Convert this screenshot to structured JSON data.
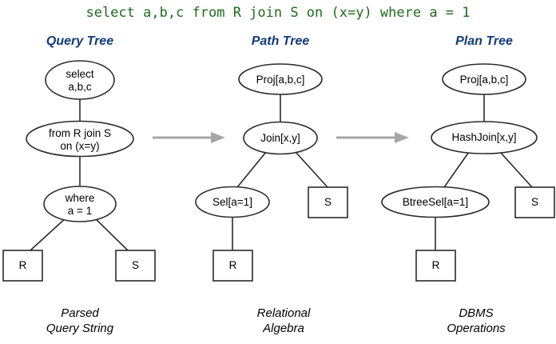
{
  "query_string": "select a,b,c from R join S on (x=y) where a = 1",
  "colors": {
    "query_text": "#1d6b1d",
    "header_text": "#123b78",
    "caption_text": "#000000",
    "shape_stroke": "#2b2b2b",
    "shape_fill": "#ffffff",
    "arrow": "#a6a6a6",
    "background": "#ffffff"
  },
  "columns": [
    {
      "id": "query-tree",
      "header": "Query Tree",
      "caption_line1": "Parsed",
      "caption_line2": "Query String",
      "nodes": [
        {
          "id": "select",
          "shape": "ellipse",
          "label_line1": "select",
          "label_line2": "a,b,c"
        },
        {
          "id": "from-join",
          "shape": "ellipse",
          "label_line1": "from R join S",
          "label_line2": "on (x=y)"
        },
        {
          "id": "where",
          "shape": "ellipse",
          "label_line1": "where",
          "label_line2": "a = 1"
        },
        {
          "id": "rel-r",
          "shape": "box",
          "label_line1": "R",
          "label_line2": ""
        },
        {
          "id": "rel-s",
          "shape": "box",
          "label_line1": "S",
          "label_line2": ""
        }
      ]
    },
    {
      "id": "path-tree",
      "header": "Path Tree",
      "caption_line1": "Relational",
      "caption_line2": "Algebra",
      "nodes": [
        {
          "id": "proj",
          "shape": "ellipse",
          "label_line1": "Proj[a,b,c]",
          "label_line2": ""
        },
        {
          "id": "join",
          "shape": "ellipse",
          "label_line1": "Join[x,y]",
          "label_line2": ""
        },
        {
          "id": "sel",
          "shape": "ellipse",
          "label_line1": "Sel[a=1]",
          "label_line2": ""
        },
        {
          "id": "rel-r",
          "shape": "box",
          "label_line1": "R",
          "label_line2": ""
        },
        {
          "id": "rel-s",
          "shape": "box",
          "label_line1": "S",
          "label_line2": ""
        }
      ]
    },
    {
      "id": "plan-tree",
      "header": "Plan Tree",
      "caption_line1": "DBMS",
      "caption_line2": "Operations",
      "nodes": [
        {
          "id": "proj",
          "shape": "ellipse",
          "label_line1": "Proj[a,b,c]",
          "label_line2": ""
        },
        {
          "id": "hashjoin",
          "shape": "ellipse",
          "label_line1": "HashJoin[x,y]",
          "label_line2": ""
        },
        {
          "id": "btreesel",
          "shape": "ellipse",
          "label_line1": "BtreeSel[a=1]",
          "label_line2": ""
        },
        {
          "id": "rel-r",
          "shape": "box",
          "label_line1": "R",
          "label_line2": ""
        },
        {
          "id": "rel-s",
          "shape": "box",
          "label_line1": "S",
          "label_line2": ""
        }
      ]
    }
  ],
  "arrows": [
    {
      "id": "arrow-query-to-path",
      "from": "query-tree",
      "to": "path-tree"
    },
    {
      "id": "arrow-path-to-plan",
      "from": "path-tree",
      "to": "plan-tree"
    }
  ]
}
